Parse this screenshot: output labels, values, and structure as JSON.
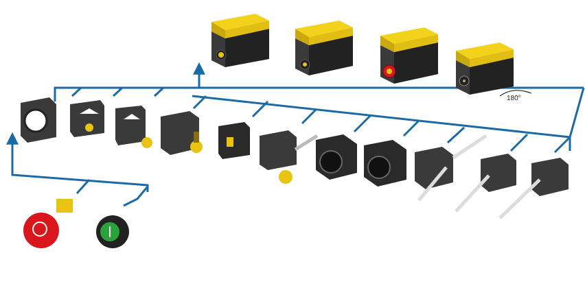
{
  "diagram": {
    "rotation_label": "180°",
    "colors": {
      "connector": "#1a6aa8",
      "housing": "#3a3a3a",
      "housing_dark": "#222222",
      "housing_light": "#555555",
      "cover": "#f2d21b",
      "cover_dark": "#c9a90e",
      "actuator_yellow": "#e8c312",
      "emergency_red": "#d8161b",
      "start_green": "#2aa33a",
      "rod": "#dcdcdc"
    },
    "top_units": [
      {
        "name": "switch-roller-plunger",
        "actuator": "yellow-roller"
      },
      {
        "name": "switch-black-roller",
        "actuator": "black-roller"
      },
      {
        "name": "switch-red-button",
        "actuator": "red-button"
      },
      {
        "name": "switch-connector-rear",
        "actuator": "connector"
      }
    ],
    "modules": [
      "mounting-ring",
      "roller-lever-short",
      "roller-lever-angled",
      "roller-plunger-head",
      "plunger-head",
      "adjustable-roller-lever",
      "rotary-head-cross",
      "rotary-head-slot",
      "rod-lever",
      "spring-rod",
      "spring-rod-long"
    ],
    "buttons": [
      {
        "name": "emergency-stop",
        "color": "red"
      },
      {
        "name": "start-pushbutton",
        "color": "green"
      }
    ]
  }
}
